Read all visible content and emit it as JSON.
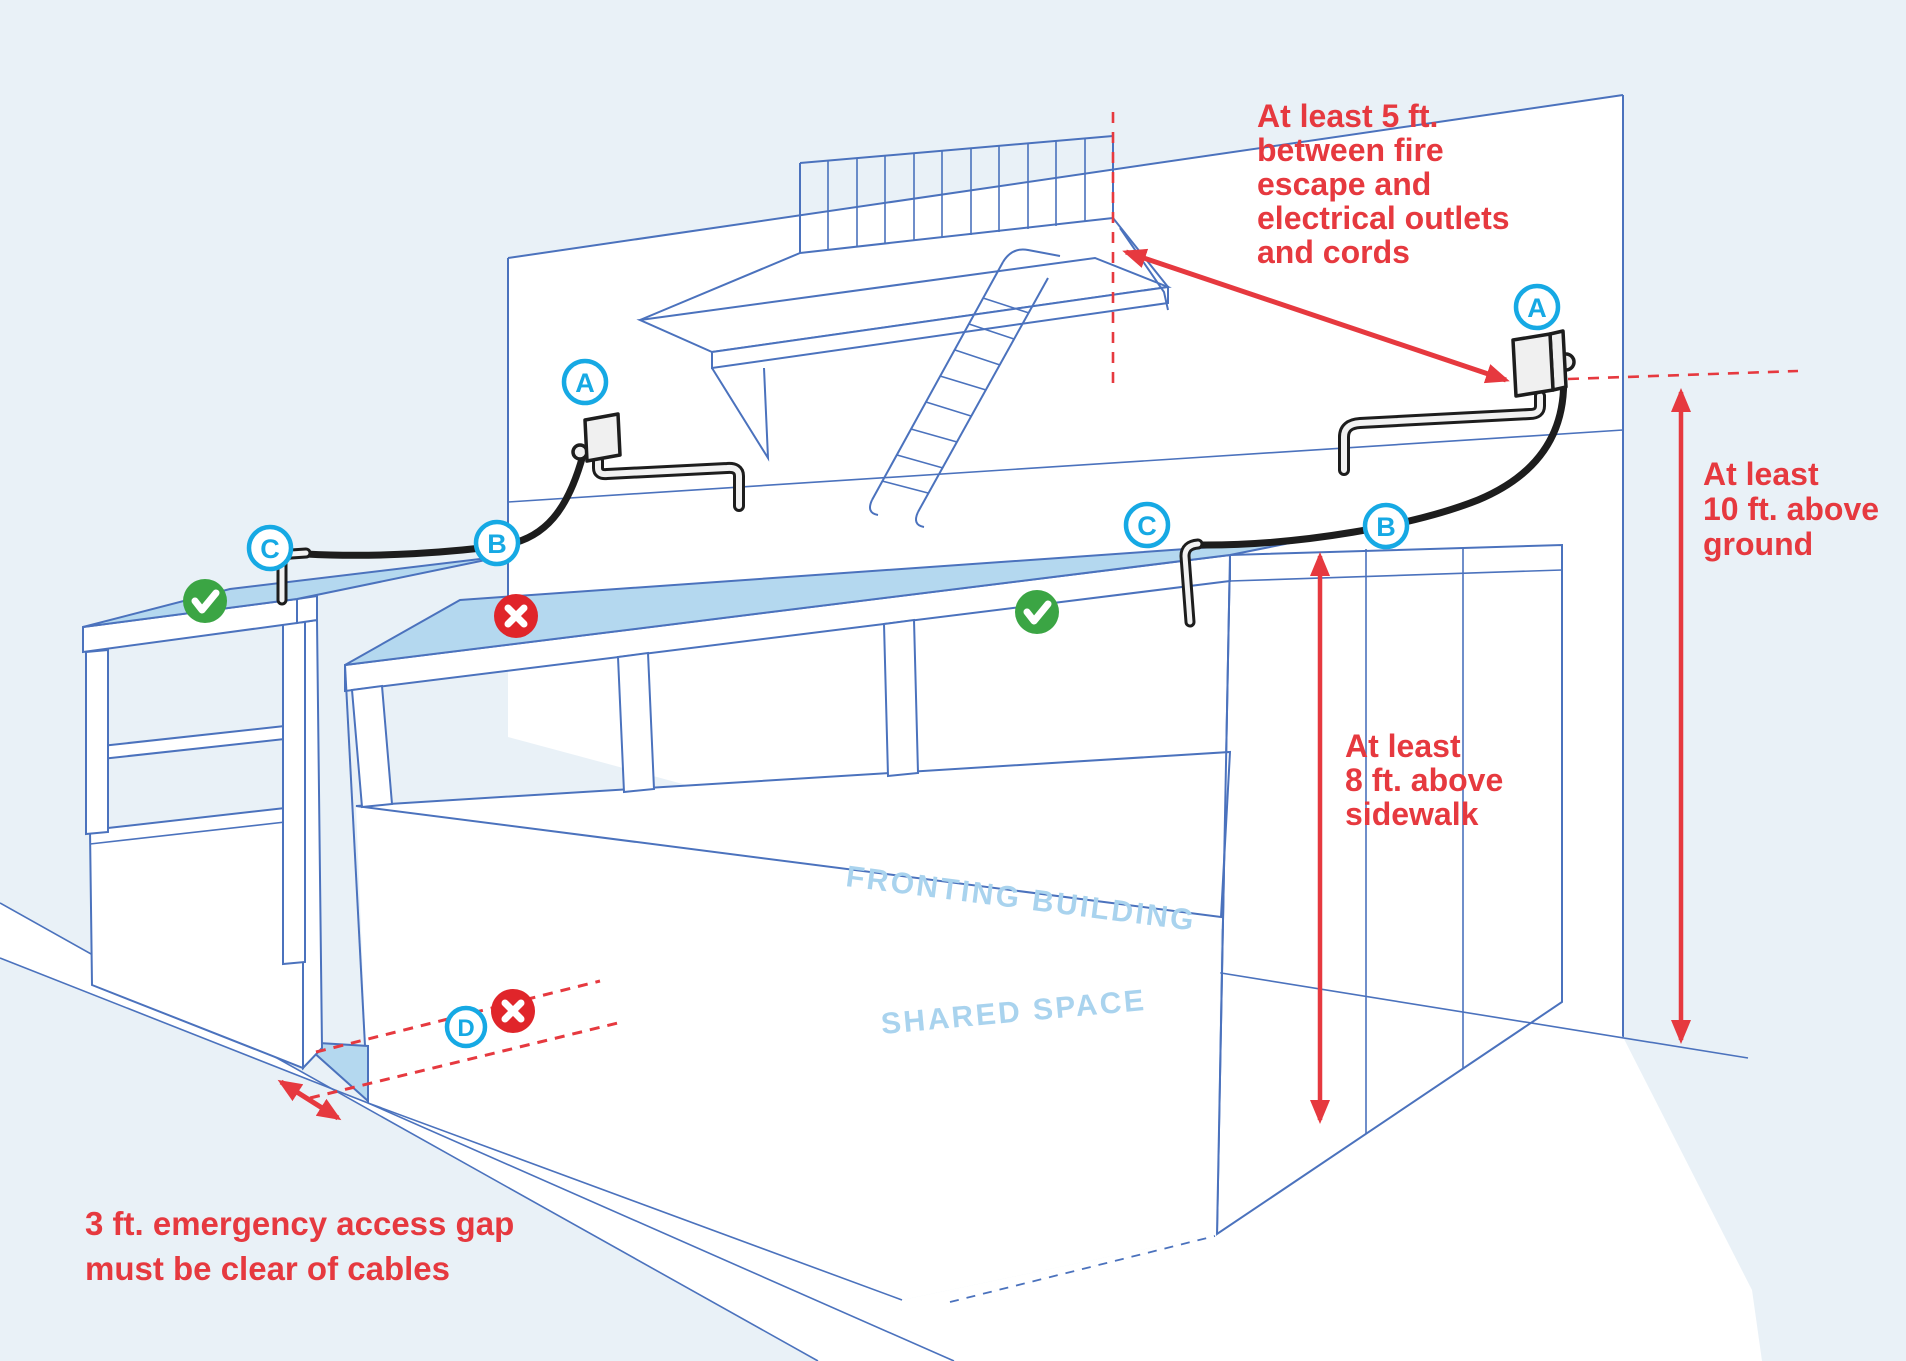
{
  "diagram": {
    "title_context": "Outdoor dining electrical safety clearances diagram",
    "annotations": {
      "fire_escape_clearance": {
        "lines": [
          "At least 5 ft.",
          "between fire",
          "escape and",
          "electrical outlets",
          "and cords"
        ]
      },
      "ground_clearance": {
        "lines": [
          "At least",
          "10 ft. above",
          "ground"
        ]
      },
      "sidewalk_clearance": {
        "lines": [
          "At least",
          "8 ft. above",
          "sidewalk"
        ]
      },
      "access_gap": {
        "lines": [
          "3 ft. emergency access gap",
          "must be clear of cables"
        ]
      }
    },
    "building_labels": {
      "fronting_building": "FRONTING BUILDING",
      "shared_space": "SHARED SPACE"
    },
    "markers": {
      "a": "A",
      "b": "B",
      "c": "C",
      "d": "D"
    },
    "icons": {
      "allowed_check": "✓",
      "violation_x": "✕"
    },
    "colors": {
      "background": "#e9f1f7",
      "structure_line_blue": "#4b72bd",
      "roof_blue": "#b4d8ef",
      "watermark_blue": "#a9d3ee",
      "annotation_red": "#e6393f",
      "marker_cyan": "#16a9e4",
      "check_green": "#3ba544",
      "x_red": "#e0252a",
      "cable_black": "#1d1d1d"
    }
  }
}
